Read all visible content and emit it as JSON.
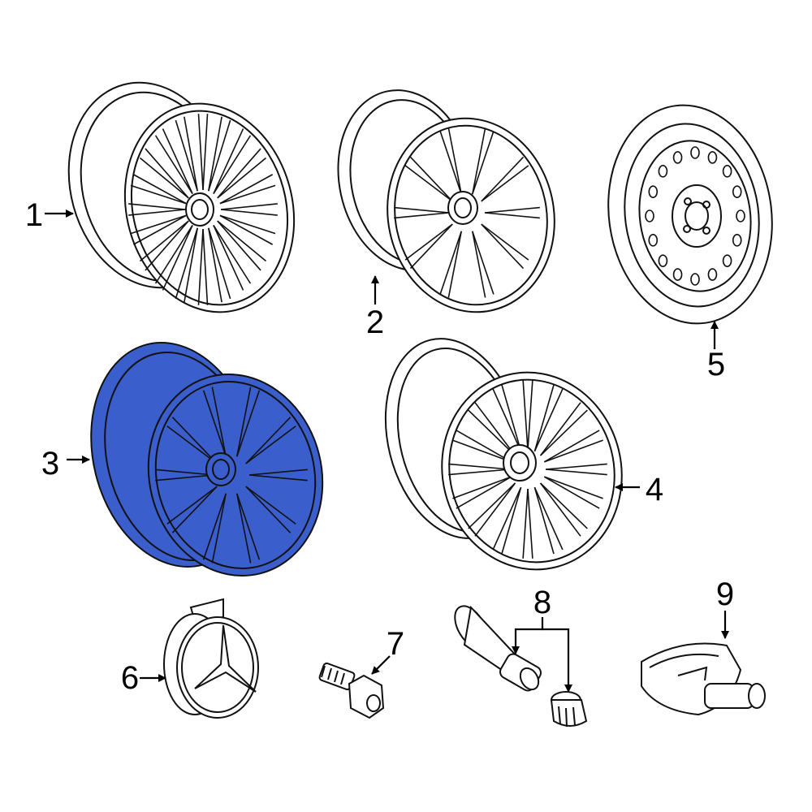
{
  "parts": [
    {
      "callout": "1",
      "name": "wheel",
      "highlighted": false
    },
    {
      "callout": "2",
      "name": "wheel",
      "highlighted": false
    },
    {
      "callout": "3",
      "name": "wheel",
      "highlighted": true
    },
    {
      "callout": "4",
      "name": "wheel",
      "highlighted": false
    },
    {
      "callout": "5",
      "name": "spare-wheel",
      "highlighted": false
    },
    {
      "callout": "6",
      "name": "center-cap",
      "highlighted": false
    },
    {
      "callout": "7",
      "name": "wheel-bolt",
      "highlighted": false
    },
    {
      "callout": "8",
      "name": "valve-stem-and-cap",
      "highlighted": false
    },
    {
      "callout": "9",
      "name": "tpms-sensor",
      "highlighted": false
    }
  ],
  "colors": {
    "highlight": "#3A5FCD",
    "line": "#111111",
    "background": "#FFFFFF"
  }
}
